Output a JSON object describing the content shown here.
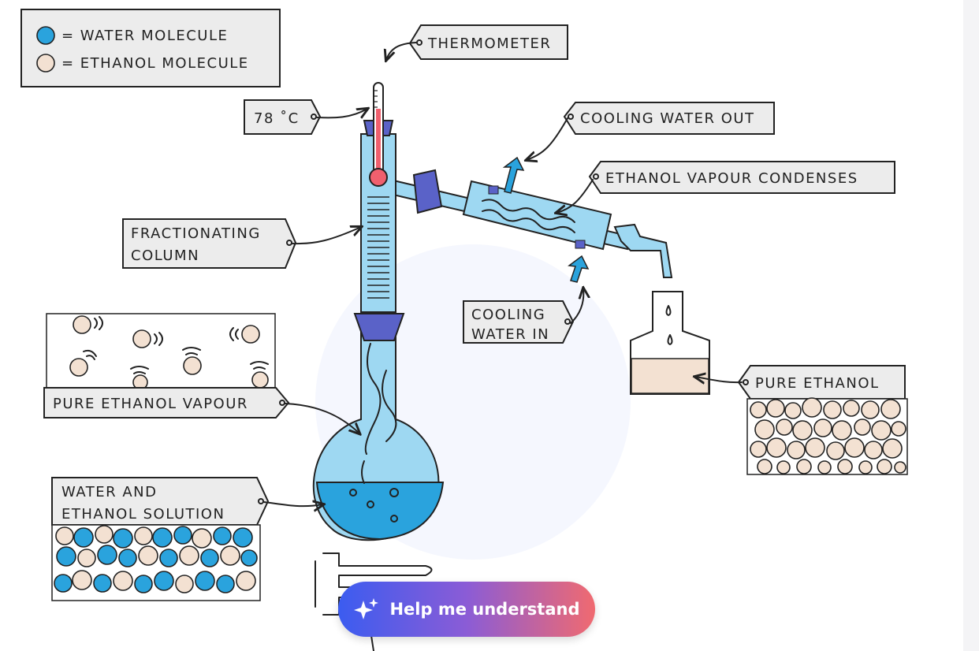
{
  "legend": {
    "water": "= WATER MOLECULE",
    "ethanol": "= ETHANOL MOLECULE"
  },
  "labels": {
    "thermometer": "THERMOMETER",
    "temperature": "78 ˚C",
    "cooling_water_out": "COOLING WATER OUT",
    "ethanol_vapour_condenses": "ETHANOL VAPOUR CONDENSES",
    "fractionating_column_1": "FRACTIONATING",
    "fractionating_column_2": "COLUMN",
    "cooling_water_in_1": "COOLING",
    "cooling_water_in_2": "WATER IN",
    "pure_ethanol": "PURE ETHANOL",
    "pure_ethanol_vapour": "PURE ETHANOL VAPOUR",
    "solution_1": "WATER AND",
    "solution_2": "ETHANOL SOLUTION"
  },
  "button": {
    "help_label": "Help me understand",
    "icon": "sparkle-icon"
  },
  "colors": {
    "water": "#2aa3dd",
    "ethanol": "#f3e1d2",
    "glass": "#9ed8f2",
    "thermometer_liquid": "#f0606e",
    "stopper": "#5a62c8"
  }
}
